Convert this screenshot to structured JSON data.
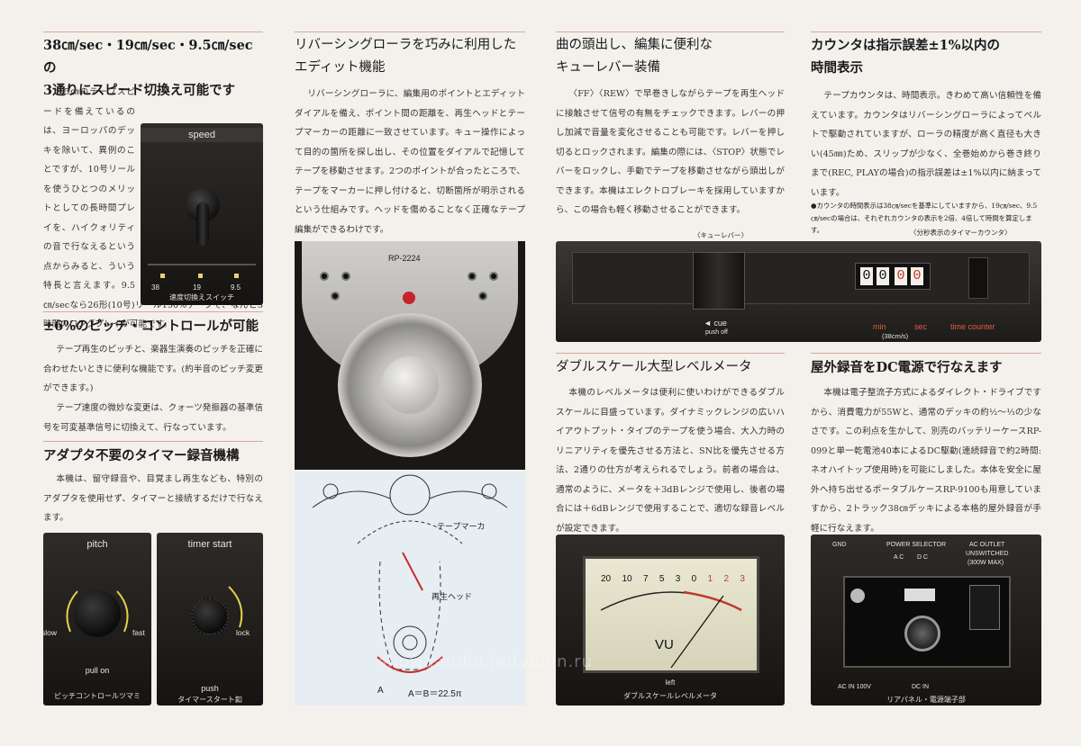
{
  "col1": {
    "h1_line1": "38㎝/sec・19㎝/sec・9.5㎝/secの",
    "h1_line2": "3通りにスピード切換え可能です",
    "p1": "9.5㎝のテープスピードを備えているのは、ヨーロッパのデッキを除いて、異例のことですが、10号リールを使うひとつのメリットとしての長時間プレイを、ハイクォリティの音で行なえるという点からみると、ういう特長と言えます。9.5㎝/secなら26形(10号)リール150%テープで、なんと3時間のロングプレイが可能です。",
    "speed_label": "speed",
    "speed_caption": "速度切換えスイッチ",
    "speed_marks": [
      "38",
      "19",
      "9.5"
    ],
    "h2": "±6%のピッチ・コントロールが可能",
    "p2": "テープ再生のピッチと、楽器生演奏のピッチを正確に合わせたいときに便利な機能です。(約半音のピッチ変更ができます。)",
    "p3": "テープ速度の微妙な変更は、クォーツ発振器の基準信号を可変基準信号に切換えて、行なっています。",
    "h3": "アダプタ不要のタイマー録音機構",
    "p4": "本機は、留守録音や、目覚まし再生なども、特別のアダプタを使用せず、タイマーと接続するだけで行なえます。",
    "pitch_label": "pitch",
    "pitch_slow": "slow",
    "pitch_fast": "fast",
    "pitch_pull": "pull on",
    "pitch_caption": "ピッチコントロールツマミ",
    "timer_label": "timer start",
    "timer_lock": "lock",
    "timer_push": "push",
    "timer_caption": "タイマースタート釦"
  },
  "col2": {
    "h1_line1": "リバーシングローラを巧みに利用した",
    "h1_line2": "エディット機能",
    "p1": "リバーシングローラに、編集用のポイントとエディットダイアルを備え、ポイント間の距離を、再生ヘッドとテープマーカーの距離に一致させています。キュー操作によって目的の箇所を探し出し、その位置をダイアルで記憶してテープを移動させます。2つのポイントが合ったところで、テープをマーカーに押し付けると、切断箇所が明示されるという仕組みです。ヘッドを傷めることなく正確なテープ編集ができるわけです。",
    "model": "RP-2224",
    "diagram_marker": "テープマーカ",
    "diagram_head": "再生ヘッド",
    "diagram_a": "A",
    "diagram_eq": "A＝B＝22.5π"
  },
  "col3": {
    "h1_line1": "曲の頭出し、編集に便利な",
    "h1_line2": "キューレバー装備",
    "p1": "〈FF〉〈REW〉で早巻きしながらテープを再生ヘッドに接触させて信号の有無をチェックできます。レバーの押し加減で音量を変化させることも可能です。レバーを押し切るとロックされます。編集の際には、〈STOP〉状態でレバーをロックし、手動でテープを移動させながら頭出しができます。本機はエレクトロブレーキを採用していますから、この場合も軽く移動させることができます。",
    "cue_caption": "〈キューレバー〉",
    "cue_label": "◄ cue",
    "cue_sub": "push off",
    "counter_min": "min",
    "counter_sec": "sec",
    "counter_speed": "(38cm/s)",
    "counter_label": "time counter",
    "counter_digits": [
      "0",
      "0",
      "0",
      "0"
    ],
    "h2": "ダブルスケール大型レベルメータ",
    "p2": "本機のレベルメータは便利に使いわけができるダブルスケールに目盛っています。ダイナミックレンジの広いハイアウトプット・タイプのテープを使う場合、大入力時のリニアリティを優先させる方法と、SN比を優先させる方法、2通りの仕方が考えられるでしょう。前者の場合は、通常のように、メータを＋3dBレンジで使用し、後者の場合には＋6dBレンジで使用することで、適切な録音レベルが設定できます。",
    "vu_scale": [
      "20",
      "10",
      "7",
      "5",
      "3",
      "0",
      "1",
      "2",
      "3"
    ],
    "vu_label": "VU",
    "vu_left": "left",
    "vu_caption": "ダブルスケールレベルメータ"
  },
  "col4": {
    "h1_line1": "カウンタは指示誤差±1%以内の",
    "h1_line2": "時間表示",
    "p1": "テープカウンタは、時間表示。きわめて高い信頼性を備えています。カウンタはリバーシングローラによってベルトで駆動されていますが、ローラの精度が高く直径も大きい(45㎜)ため、スリップが少なく、全巻始めから巻き終りまで(REC, PLAYの場合)の指示誤差は±1%以内に納まっています。",
    "note": "●カウンタの時間表示は38㎝/secを基準にしていますから、19㎝/sec、9.5㎝/secの場合は、それぞれカウンタの表示を2倍、4倍して時間を算定します。",
    "counter_caption": "〈分秒表示のタイマーカウンタ〉",
    "h2": "屋外録音をDC電源で行なえます",
    "p2": "本機は電子整流子方式によるダイレクト・ドライブですから、消費電力が55Wと、通常のデッキの約½〜⅓の少なさです。この利点を生かして、別売のバッテリーケースRP-099と単一乾電池40本によるDC駆動(連続録音で約2時間:ネオハイトップ使用時)を可能にしました。本体を安全に屋外へ持ち出せるポータブルケースRP-9100も用意していますから、2トラック38㎝デッキによる本格的屋外録音が手軽に行なえます。",
    "gnd": "GND",
    "power_selector": "POWER SELECTOR",
    "ac": "A C",
    "dc": "D C",
    "ac_outlet": "AC OUTLET",
    "unswitched": "UNSWITCHED",
    "max_w": "(300W MAX)",
    "ac_in": "AC IN 100V",
    "dc_in": "DC IN",
    "rear_caption": "リアパネル・電源端子部"
  },
  "watermark": "showaaudio.fedyunin.ru"
}
